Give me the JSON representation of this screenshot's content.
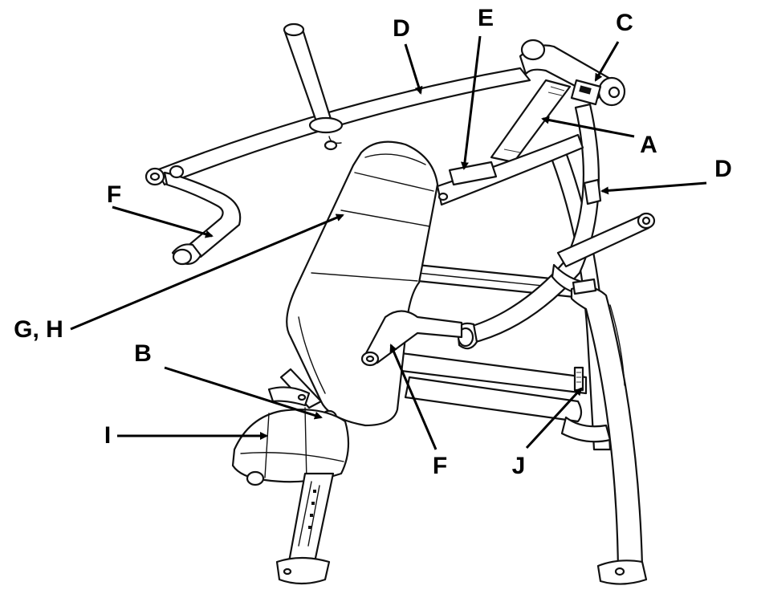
{
  "callouts": {
    "a": "A",
    "b": "B",
    "c": "C",
    "d_top": "D",
    "d_right": "D",
    "e": "E",
    "f_left": "F",
    "f_center": "F",
    "gh": "G, H",
    "i": "I",
    "j": "J"
  }
}
